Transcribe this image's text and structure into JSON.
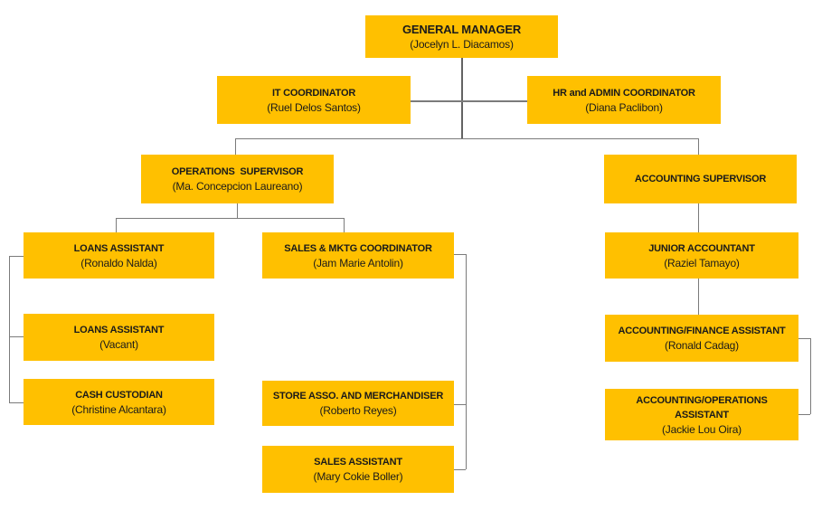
{
  "diagram_type": "organizational-chart",
  "colors": {
    "node_fill": "#FFC000",
    "node_text": "#1a1a1a",
    "connector": "#7b7b7b",
    "background": "#ffffff"
  },
  "nodes": [
    {
      "id": "general-manager",
      "title": "GENERAL MANAGER",
      "name": "(Jocelyn L. Diacamos)"
    },
    {
      "id": "it-coordinator",
      "title": "IT COORDINATOR",
      "name": "(Ruel Delos Santos)"
    },
    {
      "id": "hr-admin-coordinator",
      "title": "HR and ADMIN COORDINATOR",
      "name": "(Diana Paclibon)"
    },
    {
      "id": "operations-supervisor",
      "title": "OPERATIONS  SUPERVISOR",
      "name": "(Ma. Concepcion Laureano)"
    },
    {
      "id": "accounting-supervisor",
      "title": "ACCOUNTING SUPERVISOR",
      "name": ""
    },
    {
      "id": "loans-assistant-1",
      "title": "LOANS ASSISTANT",
      "name": "(Ronaldo Nalda)"
    },
    {
      "id": "sales-mktg-coordinator",
      "title": "SALES & MKTG COORDINATOR",
      "name": "(Jam Marie Antolin)"
    },
    {
      "id": "junior-accountant",
      "title": "JUNIOR ACCOUNTANT",
      "name": "(Raziel Tamayo)"
    },
    {
      "id": "loans-assistant-2",
      "title": "LOANS ASSISTANT",
      "name": "(Vacant)"
    },
    {
      "id": "accounting-finance-assistant",
      "title": "ACCOUNTING/FINANCE ASSISTANT",
      "name": "(Ronald Cadag)"
    },
    {
      "id": "cash-custodian",
      "title": "CASH CUSTODIAN",
      "name": "(Christine Alcantara)"
    },
    {
      "id": "store-asso-merchandiser",
      "title": "STORE ASSO. AND MERCHANDISER",
      "name": "(Roberto Reyes)"
    },
    {
      "id": "accounting-operations-assistant",
      "title": "ACCOUNTING/OPERATIONS ASSISTANT",
      "name": "(Jackie Lou Oira)"
    },
    {
      "id": "sales-assistant",
      "title": "SALES ASSISTANT",
      "name": "(Mary Cokie Boller)"
    }
  ],
  "edges": [
    [
      "general-manager",
      "it-coordinator"
    ],
    [
      "general-manager",
      "hr-admin-coordinator"
    ],
    [
      "general-manager",
      "operations-supervisor"
    ],
    [
      "general-manager",
      "accounting-supervisor"
    ],
    [
      "operations-supervisor",
      "loans-assistant-1"
    ],
    [
      "operations-supervisor",
      "sales-mktg-coordinator"
    ],
    [
      "accounting-supervisor",
      "junior-accountant"
    ],
    [
      "junior-accountant",
      "accounting-finance-assistant"
    ]
  ],
  "bracket_groups": [
    [
      "loans-assistant-1",
      "loans-assistant-2",
      "cash-custodian"
    ],
    [
      "sales-mktg-coordinator",
      "store-asso-merchandiser",
      "sales-assistant"
    ],
    [
      "accounting-finance-assistant",
      "accounting-operations-assistant"
    ]
  ]
}
